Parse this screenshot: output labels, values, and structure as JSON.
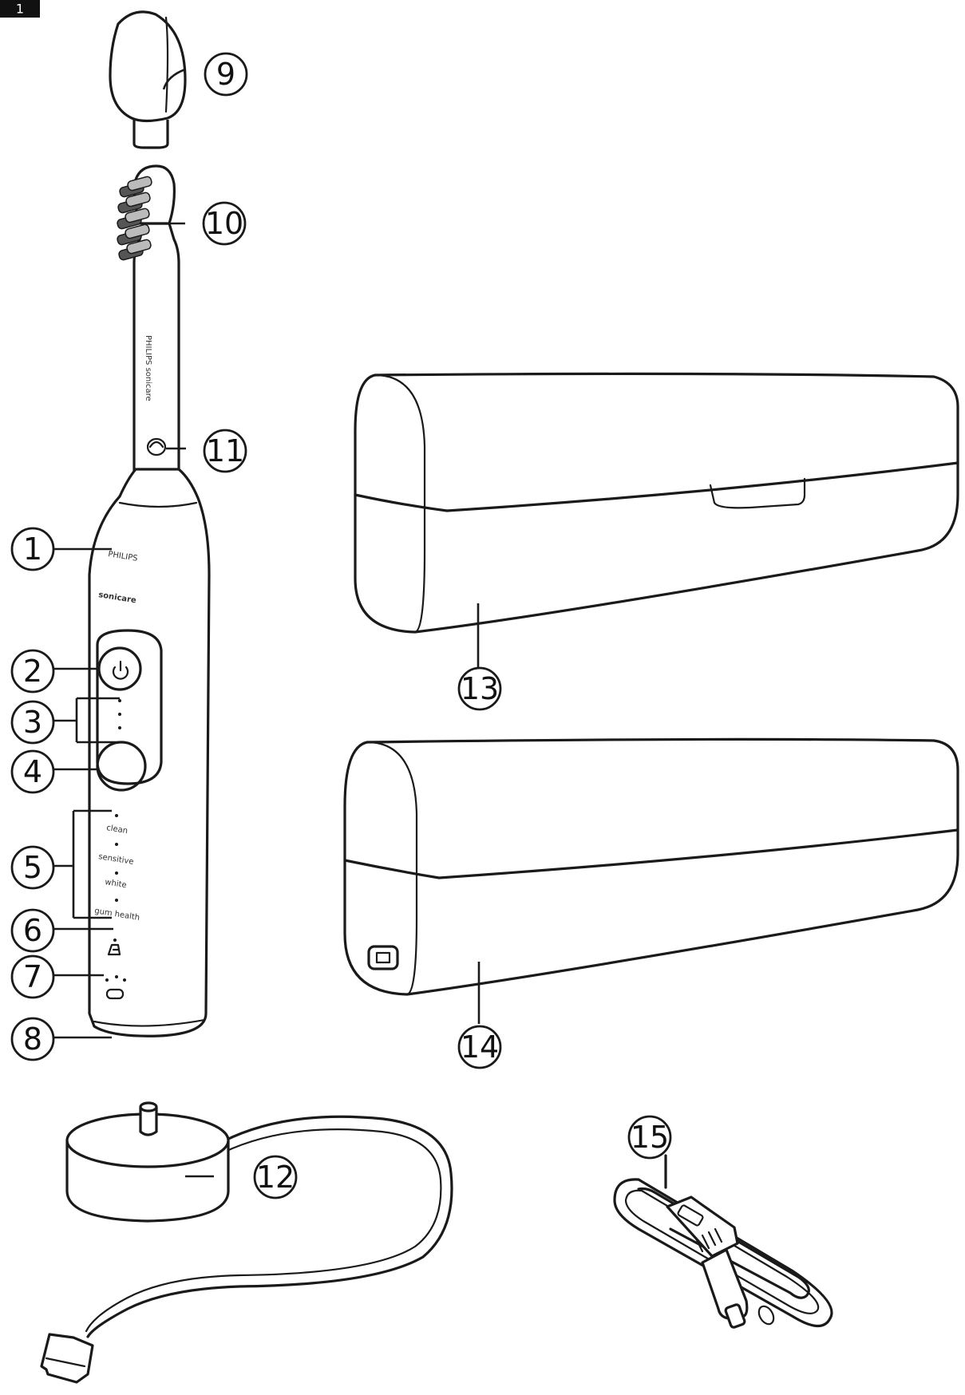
{
  "figure_tag": "1",
  "callouts": [
    "1",
    "2",
    "3",
    "4",
    "5",
    "6",
    "7",
    "8",
    "9",
    "10",
    "11",
    "12",
    "13",
    "14",
    "15"
  ],
  "handle_labels": {
    "brand_small": "PHILIPS",
    "brand_main": "sonicare",
    "stem_text": "PHILIPS sonicare",
    "modes": [
      "clean",
      "sensitive",
      "white",
      "gum health"
    ]
  }
}
